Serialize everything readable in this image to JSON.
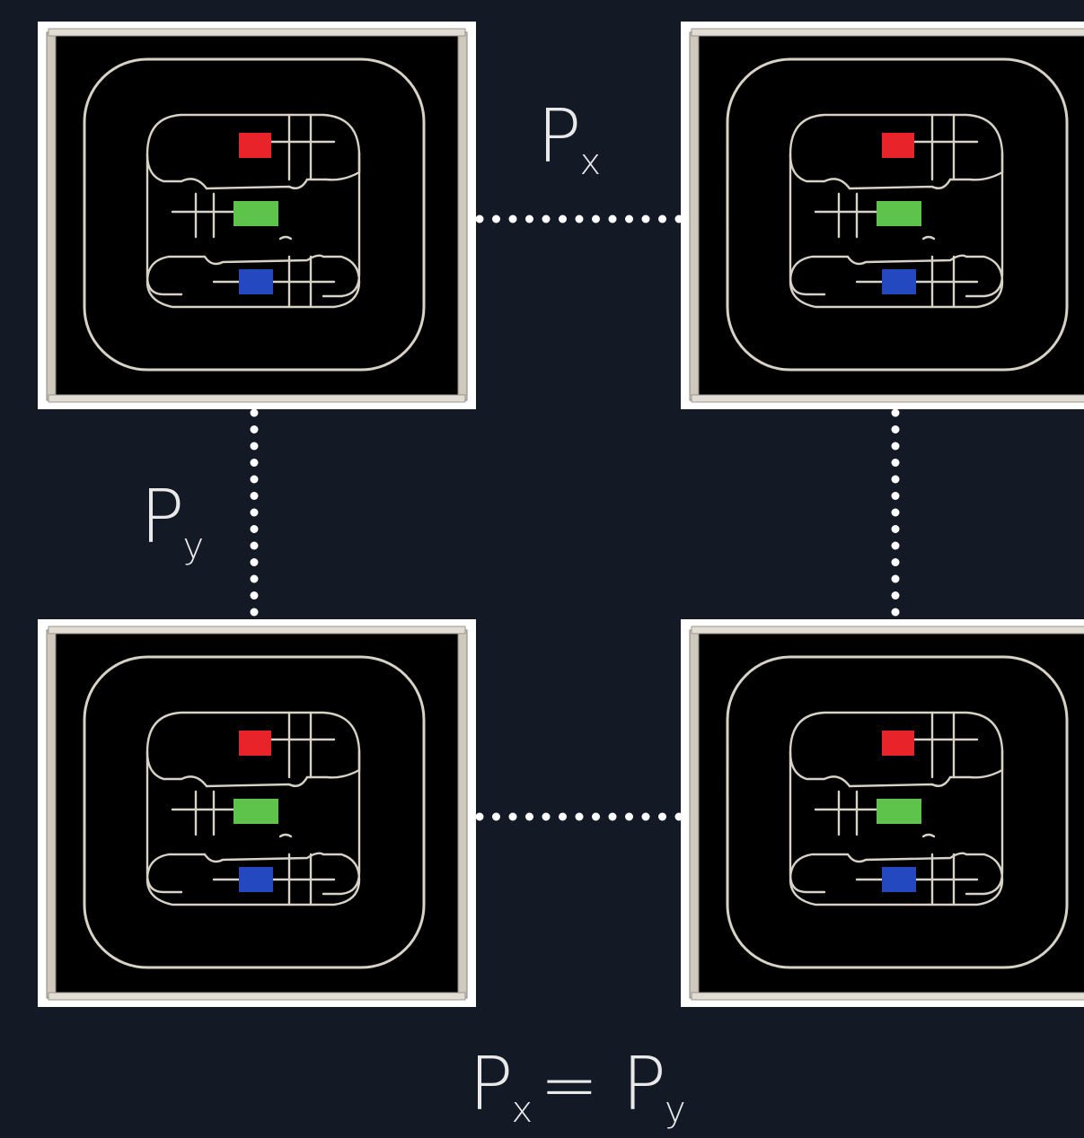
{
  "pixels": [
    {
      "id": "top-left"
    },
    {
      "id": "top-right"
    },
    {
      "id": "bottom-left"
    },
    {
      "id": "bottom-right"
    }
  ],
  "subpixel_colors": {
    "red": "#e8242a",
    "green": "#5dc34a",
    "blue": "#2448c0"
  },
  "colors": {
    "background": "#131a26",
    "frame": "#ffffff",
    "panel": "#000000",
    "outline": "#d8d2c6",
    "dots": "#ffffff"
  },
  "labels": {
    "px_main": "P",
    "px_sub": "x",
    "py_main": "P",
    "py_sub": "y",
    "equation": {
      "left_main": "P",
      "left_sub": "x",
      "operator": "=",
      "right_main": "P",
      "right_sub": "y"
    }
  }
}
